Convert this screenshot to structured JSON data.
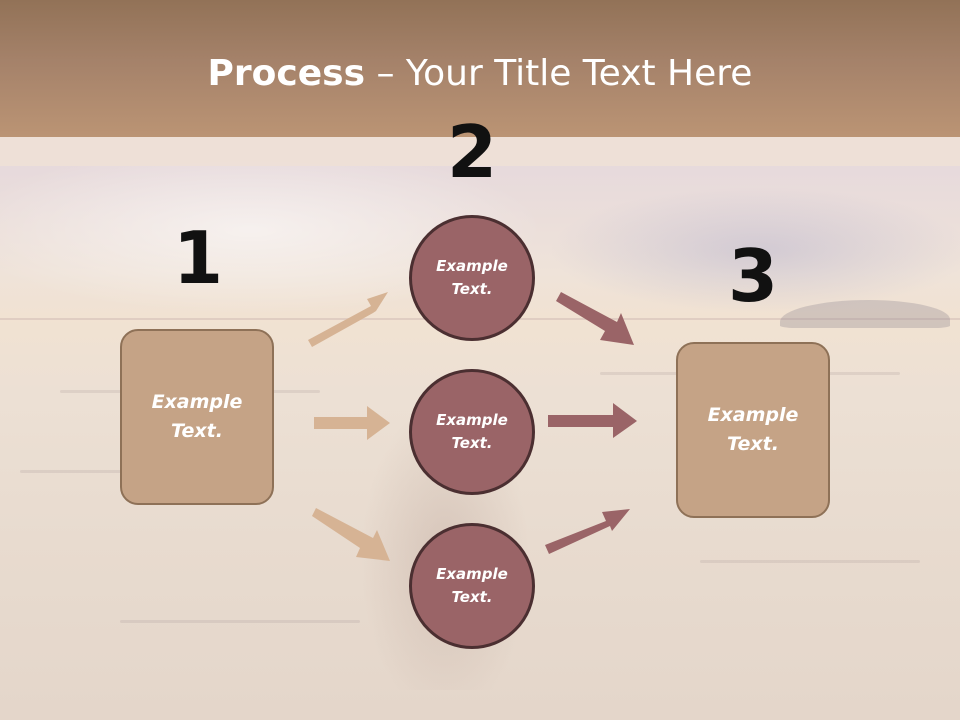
{
  "title": {
    "bold": "Process",
    "rest": " – Your Title Text Here"
  },
  "steps": {
    "one": "1",
    "two": "2",
    "three": "3"
  },
  "left_box": {
    "line1": "Example",
    "line2": "Text."
  },
  "right_box": {
    "line1": "Example",
    "line2": "Text."
  },
  "circles": [
    {
      "line1": "Example",
      "line2": "Text."
    },
    {
      "line1": "Example",
      "line2": "Text."
    },
    {
      "line1": "Example",
      "line2": "Text."
    }
  ],
  "colors": {
    "header": "#a5826a",
    "box_fill": "#c5a386",
    "circle_fill": "#9a6467",
    "arrow_in": "#d6b394",
    "arrow_out": "#9a6467"
  }
}
